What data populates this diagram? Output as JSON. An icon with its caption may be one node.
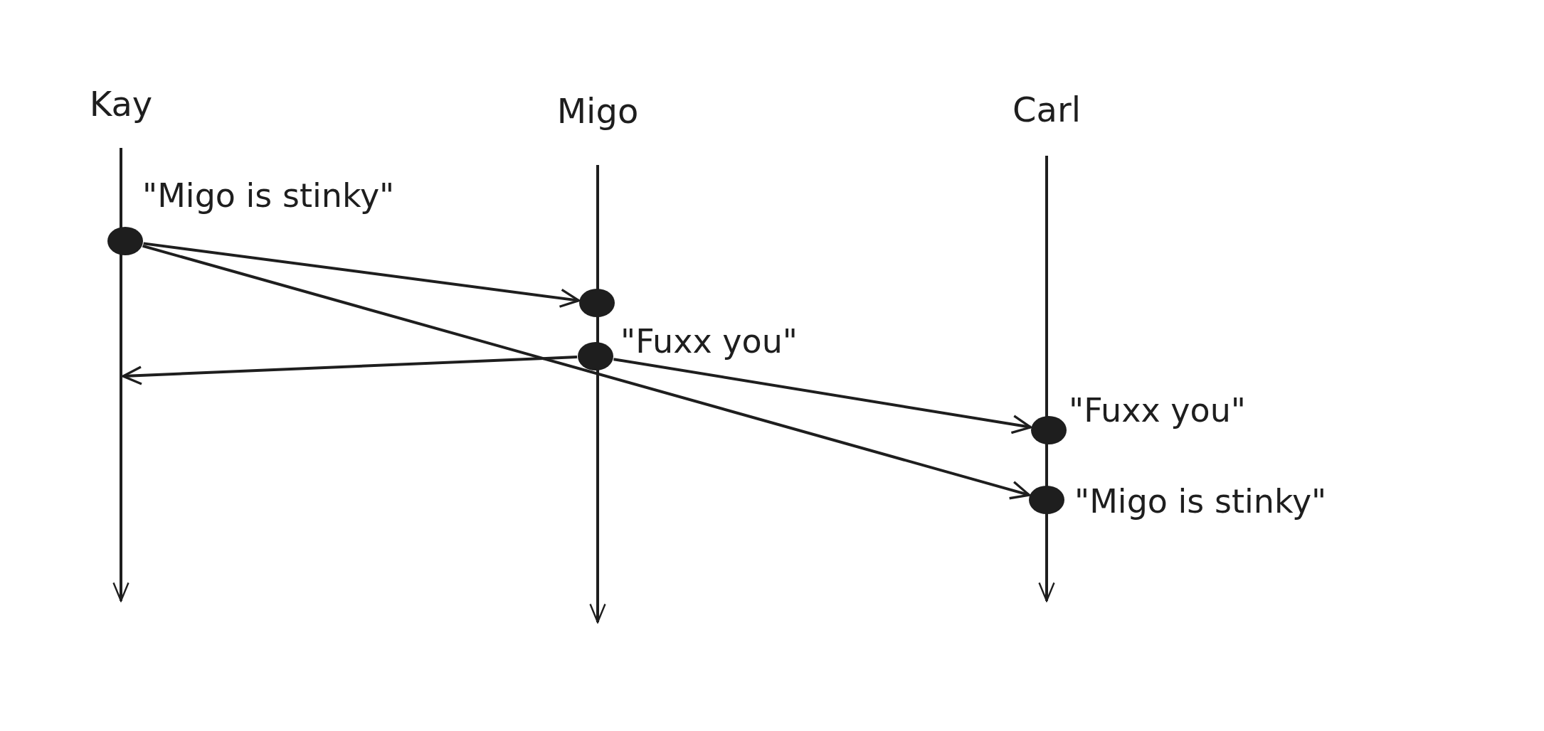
{
  "diagram": {
    "nodes": [
      {
        "text": [
          "Kay"
        ]
      },
      {
        "text": [
          "Migo"
        ]
      },
      {
        "text": [
          "Carl"
        ]
      },
      {
        "text": [],
        "shape": "circle",
        "beside": [
          "\"Migo is stinky\""
        ],
        "in": 0
      },
      {
        "text": [],
        "shape": "circle",
        "in": 1
      },
      {
        "text": [],
        "shape": "circle",
        "beside": [
          "\"Fuxx you\""
        ],
        "in": 1
      },
      {
        "text": [],
        "shape": "circle",
        "beside": [
          "\"Fuxx you\""
        ],
        "in": 2
      },
      {
        "text": [],
        "shape": "circle",
        "beside": [
          "\"Migo is stinky\""
        ],
        "in": 2
      }
    ],
    "edges": [
      {
        "from": 3,
        "to": 4,
        "arrow": "to"
      },
      {
        "from": 3,
        "to": 7,
        "arrow": "to"
      },
      {
        "from": 5,
        "to": 0,
        "arrow": "to"
      },
      {
        "from": 5,
        "to": 6,
        "arrow": "to"
      }
    ]
  }
}
